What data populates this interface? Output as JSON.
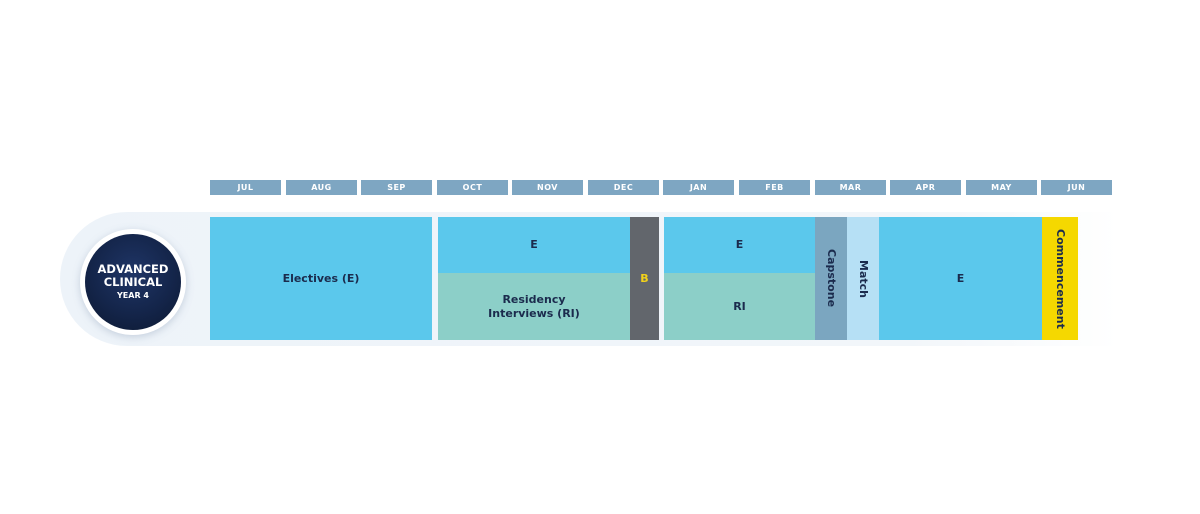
{
  "months": [
    "JUL",
    "AUG",
    "SEP",
    "OCT",
    "NOV",
    "DEC",
    "JAN",
    "FEB",
    "MAR",
    "APR",
    "MAY",
    "JUN"
  ],
  "badge": {
    "line1": "ADVANCED",
    "line2": "CLINICAL",
    "line3": "YEAR 4"
  },
  "blocks": {
    "electives": "Electives (E)",
    "e_oct_dec": "E",
    "residency_interviews": "Residency\nInterviews (RI)",
    "break": "B",
    "e_jan_feb": "E",
    "ri_jan_feb": "RI",
    "capstone": "Capstone",
    "match": "Match",
    "e_apr_may": "E",
    "commencement": "Commencement"
  },
  "colors": {
    "month_header": "#7ea6c2",
    "electives": "#5bc8ec",
    "residency_interviews": "#8ccfc8",
    "break": "#62666c",
    "break_text": "#f2d21a",
    "capstone": "#7ba6c0",
    "match": "#b6e0f5",
    "commencement": "#f5d800",
    "badge": "#14254a",
    "text": "#1b2b4d"
  }
}
